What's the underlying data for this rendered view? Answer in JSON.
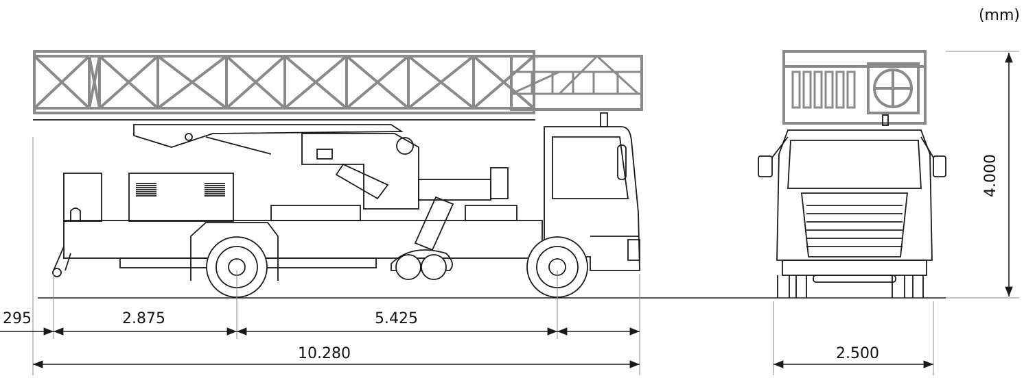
{
  "unit_label": "(mm)",
  "dimensions": {
    "front_overhang_rear": "295",
    "rear_overhang": "2.875",
    "wheelbase": "5.425",
    "overall_length": "10.280",
    "overall_width": "2.500",
    "overall_height": "4.000"
  },
  "colors": {
    "ladder": "#8a8a8a",
    "outline": "#1a1a1a"
  }
}
